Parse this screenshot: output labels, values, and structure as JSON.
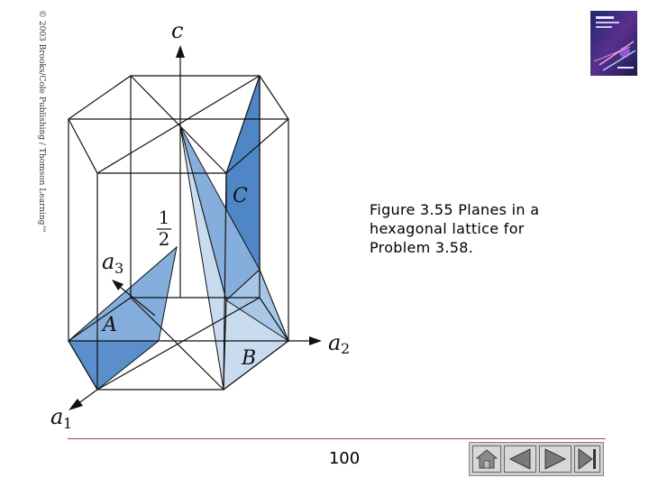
{
  "copyright": "© 2003 Brooks/Cole Publishing / Thomson Learning™",
  "caption": {
    "line1": "Figure 3.55  Planes in a",
    "line2": "hexagonal lattice for",
    "line3": "Problem 3.58."
  },
  "labels": {
    "axis_c": "c",
    "axis_a1": "a",
    "axis_a1_sub": "1",
    "axis_a2": "a",
    "axis_a2_sub": "2",
    "axis_a3": "a",
    "axis_a3_sub": "3",
    "plane_A": "A",
    "plane_B": "B",
    "plane_C": "C",
    "frac_num": "1",
    "frac_den": "2"
  },
  "page_number": "100",
  "nav": {
    "home_icon": "home-icon",
    "prev_icon": "triangle-left-icon",
    "next_icon": "triangle-right-icon",
    "end_icon": "triangle-end-icon"
  },
  "colors": {
    "plane_dark": "#4f86c6",
    "plane_mid": "#86aedc",
    "plane_light": "#c9dcef",
    "line": "#111111"
  }
}
